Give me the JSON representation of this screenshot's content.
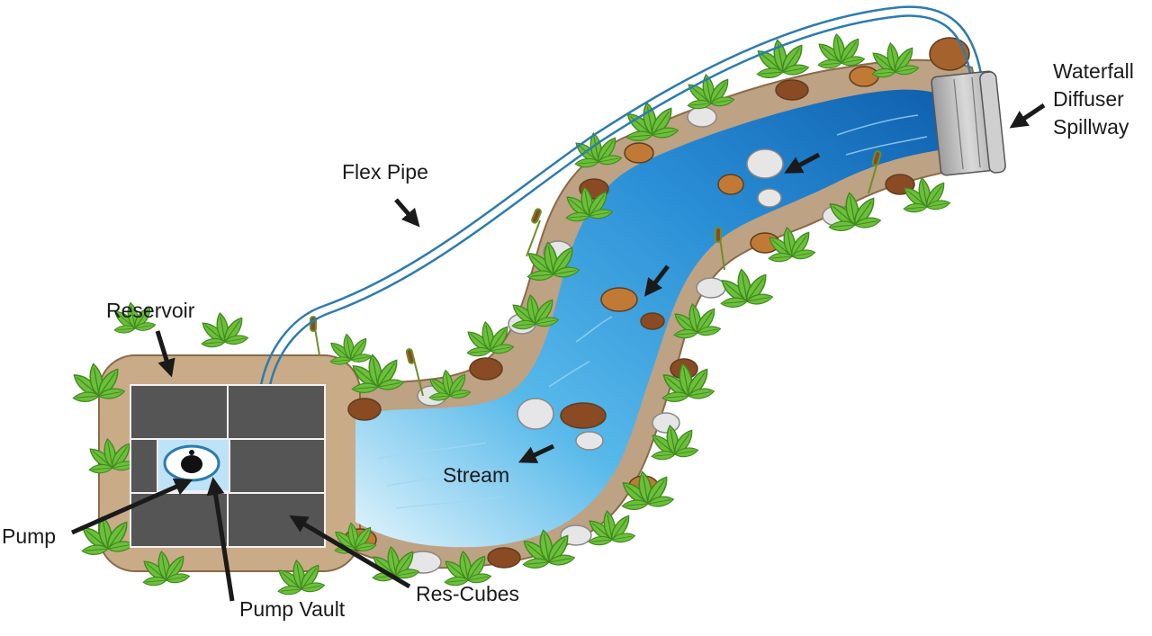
{
  "labels": {
    "waterfall": [
      "Waterfall",
      "Diffuser",
      "Spillway"
    ],
    "flex_pipe": "Flex Pipe",
    "reservoir": "Reservoir",
    "stream": "Stream",
    "pump": "Pump",
    "pump_vault": "Pump Vault",
    "res_cubes": "Res-Cubes"
  },
  "colors": {
    "water_deep": "#1466b3",
    "water_mid": "#3fa9e6",
    "water_light": "#d6f0fb",
    "pipe": "#2c7bb0",
    "rock_brown": "#8a4a24",
    "rock_tan": "#c17a35",
    "rock_gray": "#e6e6e6",
    "leaf_green": "#6cbf3a",
    "cube_gray": "#555555",
    "spillway_gray": "#b7b7b7"
  },
  "icons": [
    "arrow-icon",
    "leaf-icon",
    "rock-icon",
    "cattail-icon"
  ]
}
